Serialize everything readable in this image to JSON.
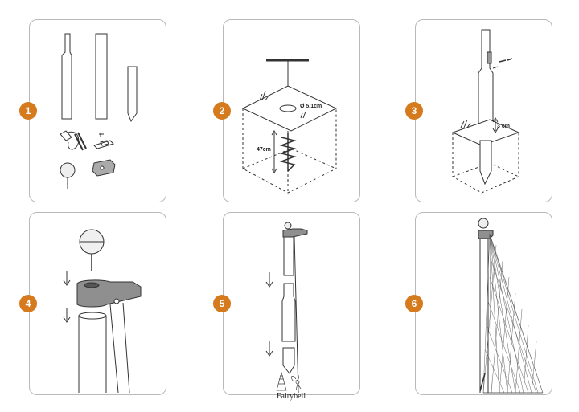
{
  "accent_color": "#d67a1e",
  "steps": [
    {
      "number": "1"
    },
    {
      "number": "2",
      "diameter_label": "Ø 5,1cm",
      "depth_label": "47cm"
    },
    {
      "number": "3",
      "height_label": "3 cm"
    },
    {
      "number": "4"
    },
    {
      "number": "5"
    },
    {
      "number": "6"
    }
  ],
  "brand": {
    "name": "Fairybell",
    "logo_icon": "fairy-bell-logo-icon"
  }
}
